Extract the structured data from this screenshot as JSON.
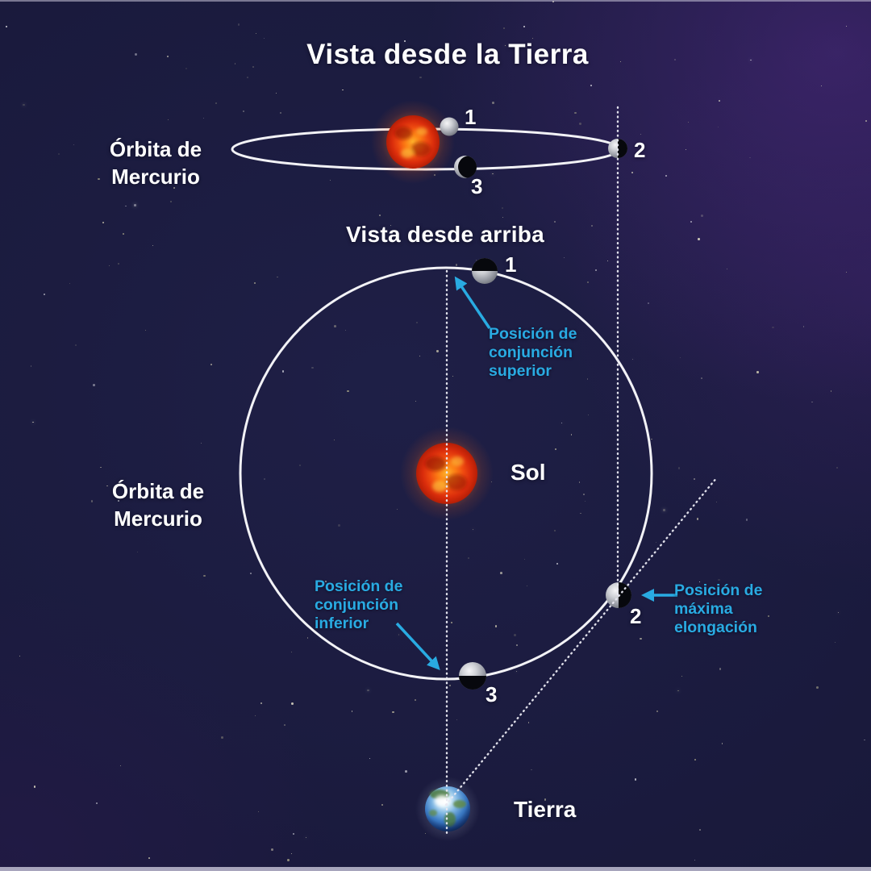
{
  "title": "Vista desde la Tierra",
  "edge_view": {
    "orbit_label": [
      "Órbita de",
      "Mercurio"
    ],
    "position_labels": {
      "p1": "1",
      "p2": "2",
      "p3": "3"
    }
  },
  "top_view": {
    "heading": "Vista desde arriba",
    "orbit_label": [
      "Órbita de",
      "Mercurio"
    ],
    "sun_label": "Sol",
    "earth_label": "Tierra",
    "position_labels": {
      "p1": "1",
      "p2": "2",
      "p3": "3"
    },
    "annotations": {
      "superior_conjunction": [
        "Posición de",
        "conjunción",
        "superior"
      ],
      "inferior_conjunction": [
        "Posición de",
        "conjunción",
        "inferior"
      ],
      "max_elongation": [
        "Posición de",
        "máxima",
        "elongación"
      ]
    }
  },
  "colors": {
    "background": "#1b1b3e",
    "nebula_purple": "#42246a",
    "accent_cyan": "#29abe2",
    "text_white": "#ffffff",
    "orbit_line": "#f2f2f6",
    "dotted_line": "#e9e9f2",
    "sun_orange": "#ef4a10",
    "earth_blue": "#3a79c2",
    "mercury_gray": "#cfd1d6"
  }
}
